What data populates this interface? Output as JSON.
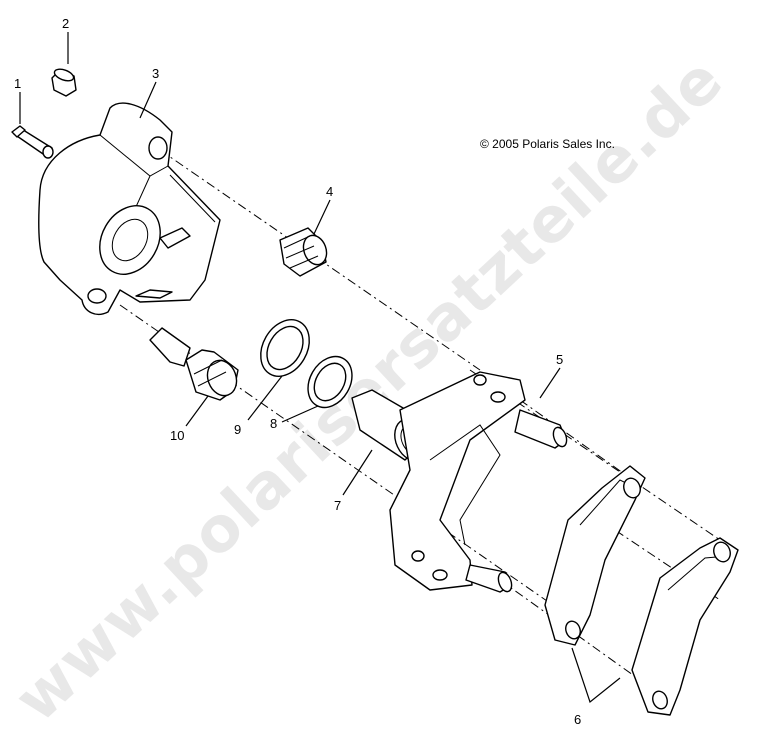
{
  "diagram": {
    "copyright": "© 2005 Polaris Sales Inc.",
    "watermark": "www.polarisersatzteile.de",
    "callouts": [
      "1",
      "2",
      "3",
      "4",
      "5",
      "6",
      "7",
      "8",
      "9",
      "10"
    ]
  }
}
